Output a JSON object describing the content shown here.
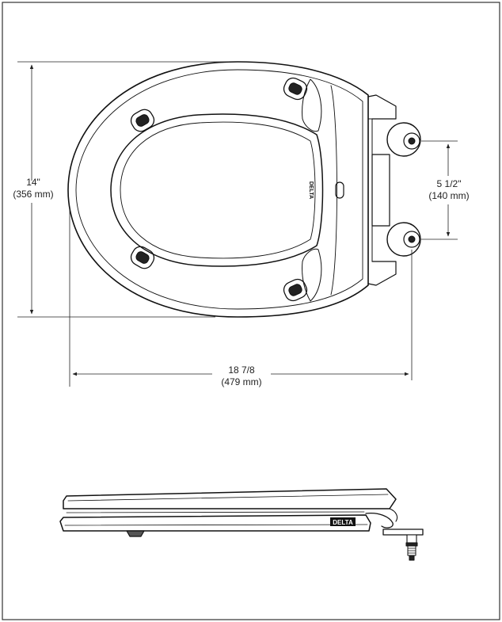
{
  "dimensions": {
    "height": {
      "inches": "14\"",
      "mm": "(356 mm)"
    },
    "bolt_spacing": {
      "inches": "5 1/2\"",
      "mm": "(140 mm)"
    },
    "length": {
      "inches": "18 7/8",
      "mm": "(479 mm)"
    }
  },
  "brand": {
    "logo_text": "DELTA"
  }
}
